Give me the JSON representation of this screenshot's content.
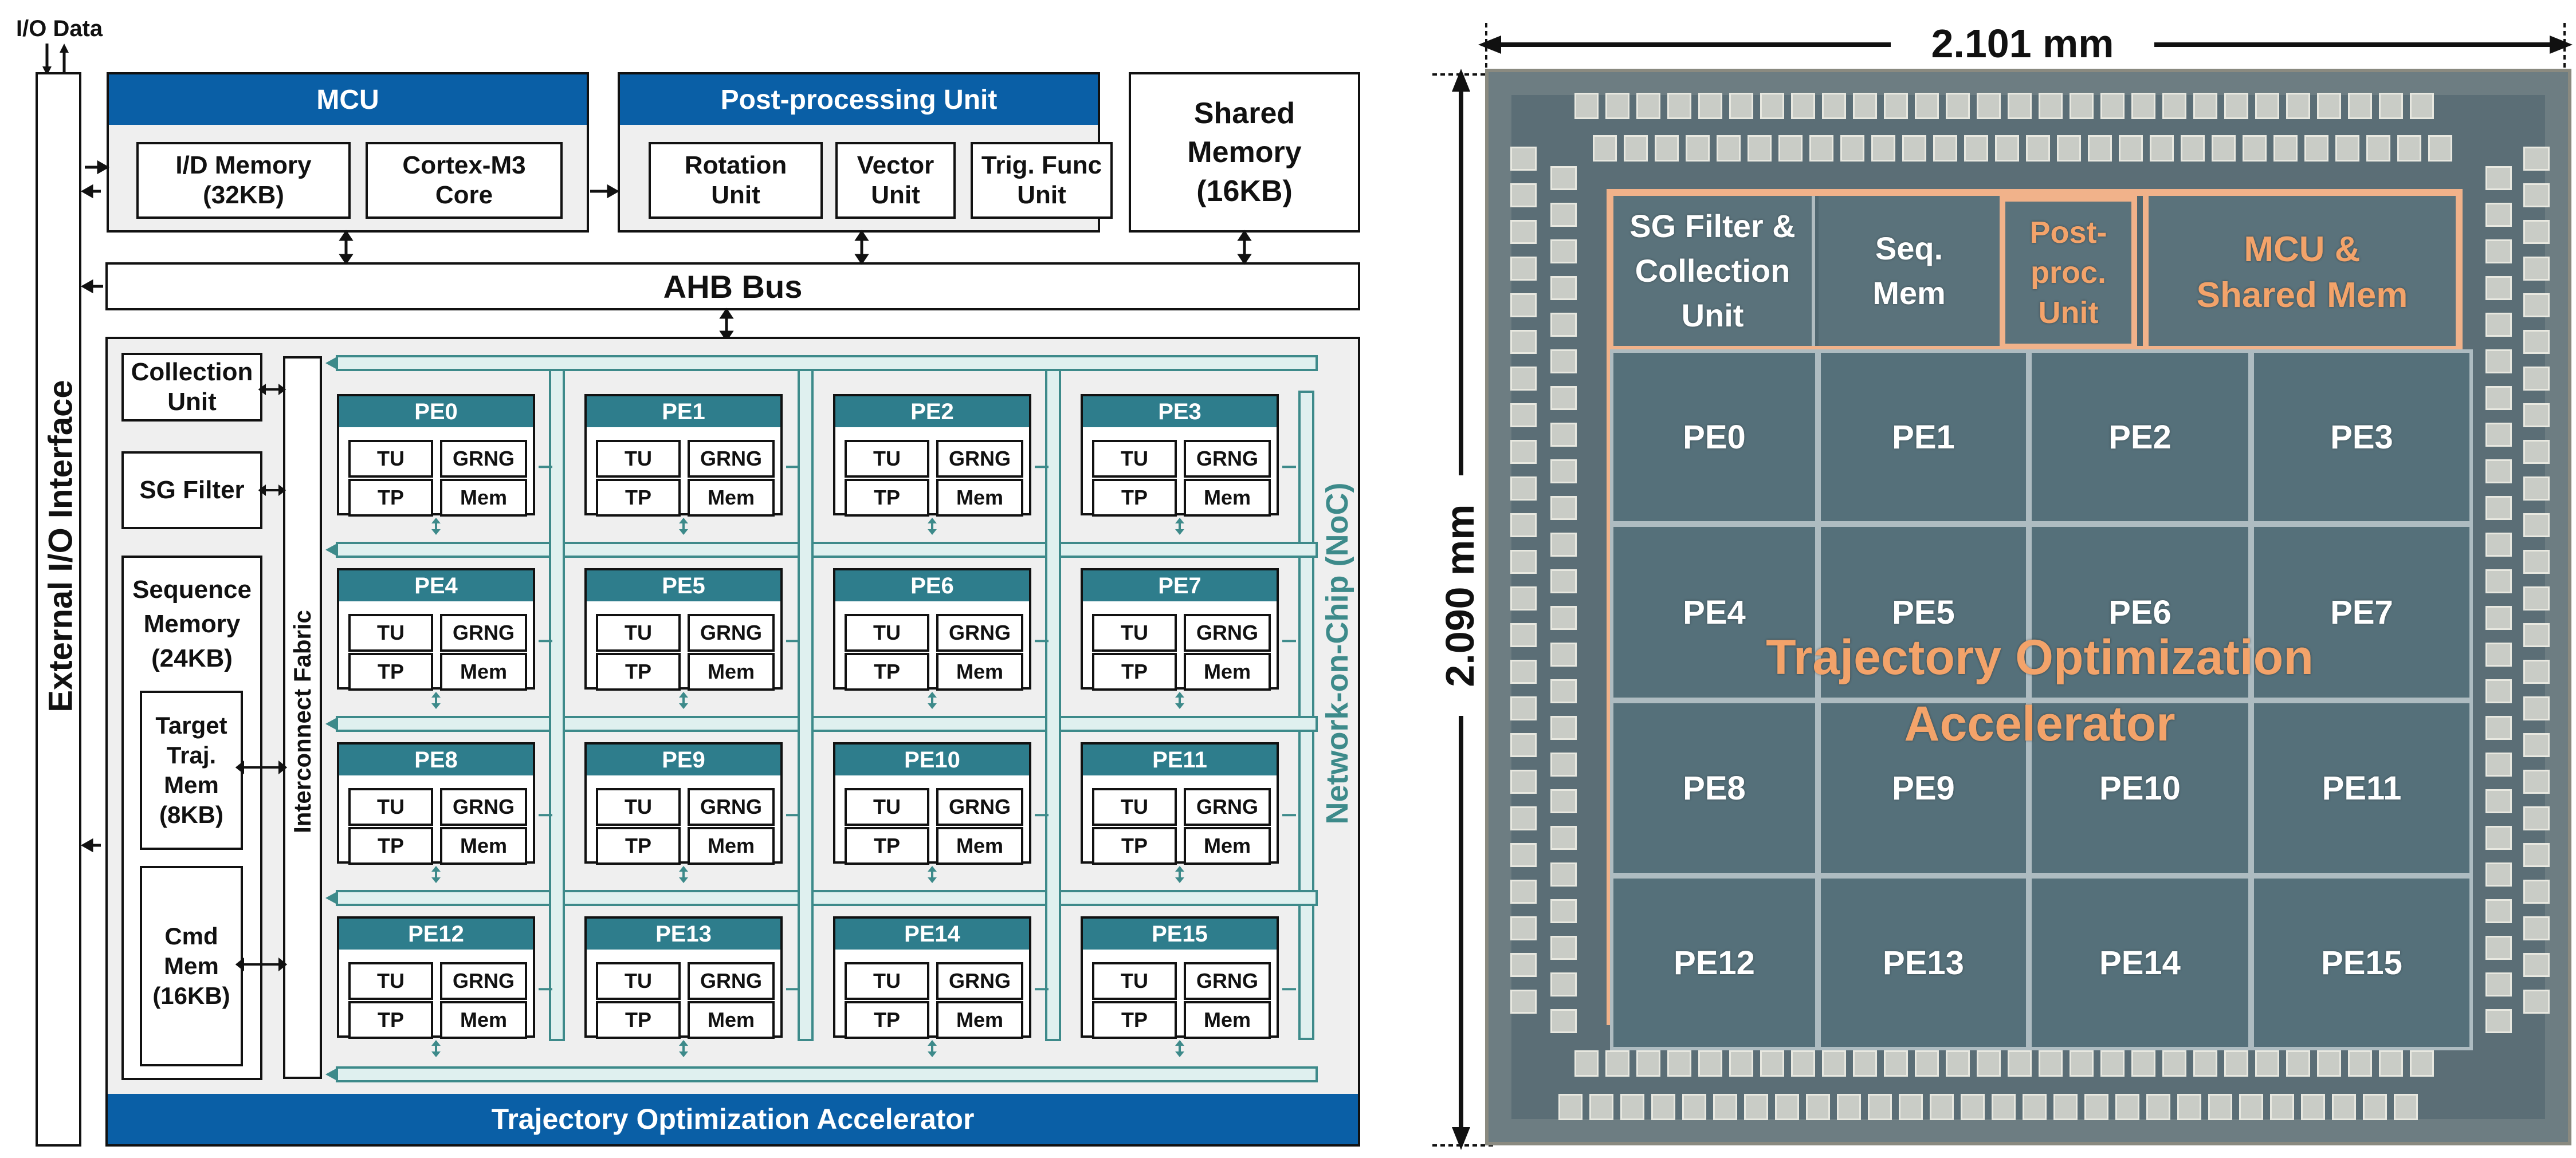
{
  "block_diagram": {
    "io_data_label": "I/O Data",
    "external_interface": "External I/O Interface",
    "mcu": {
      "title": "MCU",
      "memory": "I/D Memory\n(32KB)",
      "core": "Cortex-M3\nCore"
    },
    "post_processing": {
      "title": "Post-processing Unit",
      "rotation": "Rotation\nUnit",
      "vector": "Vector\nUnit",
      "trig": "Trig. Func\nUnit"
    },
    "shared_memory": "Shared\nMemory\n(16KB)",
    "ahb_bus": "AHB Bus",
    "collection_unit": "Collection\nUnit",
    "sg_filter": "SG Filter",
    "sequence_memory": "Sequence\nMemory\n(24KB)",
    "target_traj_mem": "Target\nTraj.\nMem\n(8KB)",
    "cmd_mem": "Cmd\nMem\n(16KB)",
    "interconnect": "Interconnect Fabric",
    "noc": "Network-on-Chip (NoC)",
    "accelerator": "Trajectory Optimization Accelerator",
    "pe_cells": {
      "tu": "TU",
      "grng": "GRNG",
      "tp": "TP",
      "mem": "Mem"
    },
    "pes": [
      "PE0",
      "PE1",
      "PE2",
      "PE3",
      "PE4",
      "PE5",
      "PE6",
      "PE7",
      "PE8",
      "PE9",
      "PE10",
      "PE11",
      "PE12",
      "PE13",
      "PE14",
      "PE15"
    ]
  },
  "die_photo": {
    "width_dim": "2.101 mm",
    "height_dim": "2.090 mm",
    "regions": {
      "sg_filter": "SG Filter &\nCollection\nUnit",
      "seq_mem": "Seq.\nMem",
      "post_proc": "Post-\nproc.\nUnit",
      "mcu_shared": "MCU &\nShared Mem",
      "accelerator": "Trajectory Optimization\nAccelerator"
    },
    "pes": [
      "PE0",
      "PE1",
      "PE2",
      "PE3",
      "PE4",
      "PE5",
      "PE6",
      "PE7",
      "PE8",
      "PE9",
      "PE10",
      "PE11",
      "PE12",
      "PE13",
      "PE14",
      "PE15"
    ]
  },
  "colors": {
    "header_blue": "#0a5fa6",
    "pe_teal": "#2e7d8c",
    "noc_teal": "#3d8a8a",
    "die_bg": "#4f6770",
    "highlight_orange": "#f3a36a"
  }
}
